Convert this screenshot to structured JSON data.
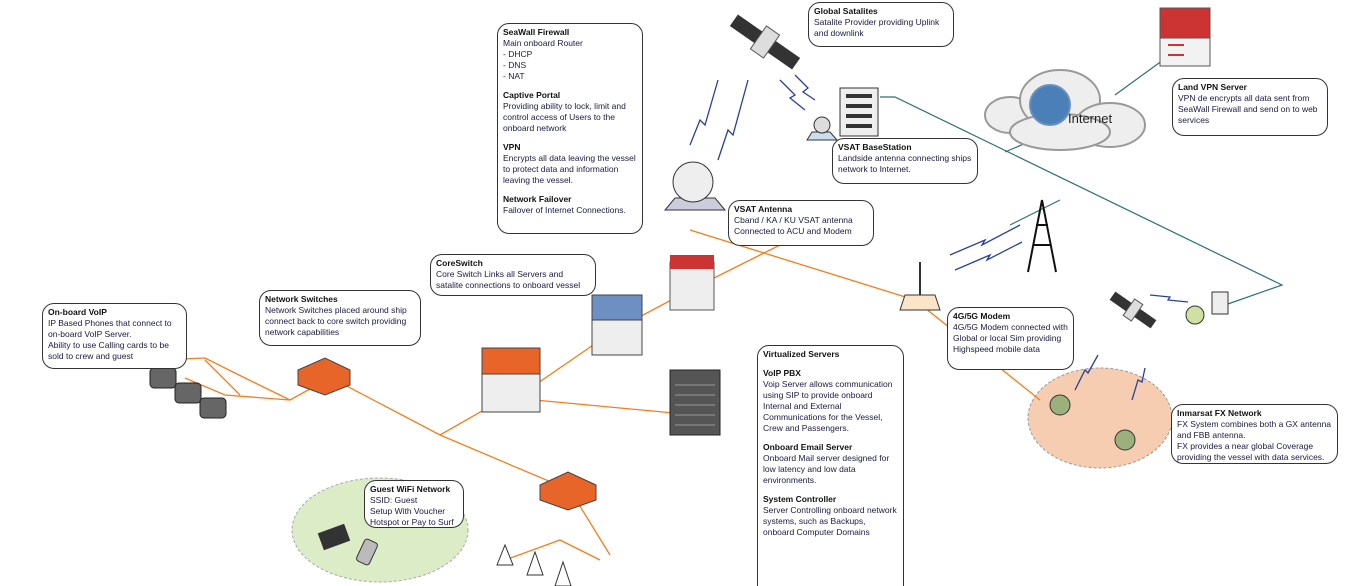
{
  "colors": {
    "lan_line": "#f07f1e",
    "wan_line": "#2f6f78",
    "wireless": "#2a3f9a",
    "guest_zone": "#dcecc6",
    "inmarsat_zone": "#f6cdb0"
  },
  "internet_label": "Internet",
  "boxes": {
    "seawall": {
      "title": "SeaWall Firewall",
      "text": "Main onboard Router\n- DHCP\n- DNS\n- NAT",
      "captive_title": "Captive Portal",
      "captive_text": "Providing ability to lock, limit and control access of Users to the onboard network",
      "vpn_title": "VPN",
      "vpn_text": "Encrypts all data leaving the vessel to protect data and information leaving the vessel.",
      "failover_title": "Network Failover",
      "failover_text": "Failover of Internet Connections."
    },
    "satellites": {
      "title": "Global Satalites",
      "text": "Satalite Provider providing Uplink and downlink"
    },
    "land_vpn": {
      "title": "Land VPN Server",
      "text": "VPN de encrypts all data sent from SeaWall Firewall  and send on to web services"
    },
    "basestation": {
      "title": "VSAT BaseStation",
      "text": "Landside antenna connecting ships network to Internet."
    },
    "vsat_antenna": {
      "title": "VSAT Antenna",
      "text": "Cband / KA / KU VSAT antenna\nConnected to ACU and Modem"
    },
    "coreswitch": {
      "title": "CoreSwitch",
      "text": "Core Switch Links all Servers and satalite connections to onboard vessel"
    },
    "voip": {
      "title": "On-board VoIP",
      "text": "IP Based Phones that connect to on-board VoIP Server.\nAbility to use Calling cards to be sold to crew and guest"
    },
    "switches": {
      "title": "Network Switches",
      "text": "Network Switches placed around ship connect back to core switch providing network capabilities"
    },
    "modem": {
      "title": "4G/5G Modem",
      "text": "4G/5G Modem connected with Global or local Sim providing Highspeed mobile data"
    },
    "servers": {
      "title": "Virtualized Servers",
      "pbx_title": "VoIP PBX",
      "pbx_text": "Voip Server allows communication using SIP to provide onboard Internal and External Communications for the Vessel, Crew and Passengers.",
      "mail_title": "Onboard Email Server",
      "mail_text": "Onboard Mail server designed for low latency and low data environments.",
      "ctrl_title": "System Controller",
      "ctrl_text": "Server Controlling onboard network systems, such as Backups, onboard Computer Domains"
    },
    "inmarsat": {
      "title": "Inmarsat FX Network",
      "text": "FX System combines both a GX antenna and FBB antenna.\nFX provides a near global Coverage providing the vessel with data services."
    },
    "guest_wifi": {
      "title": "Guest WiFi Network",
      "text": "SSID: Guest\nSetup With Voucher Hotspot or Pay to Surf"
    }
  }
}
